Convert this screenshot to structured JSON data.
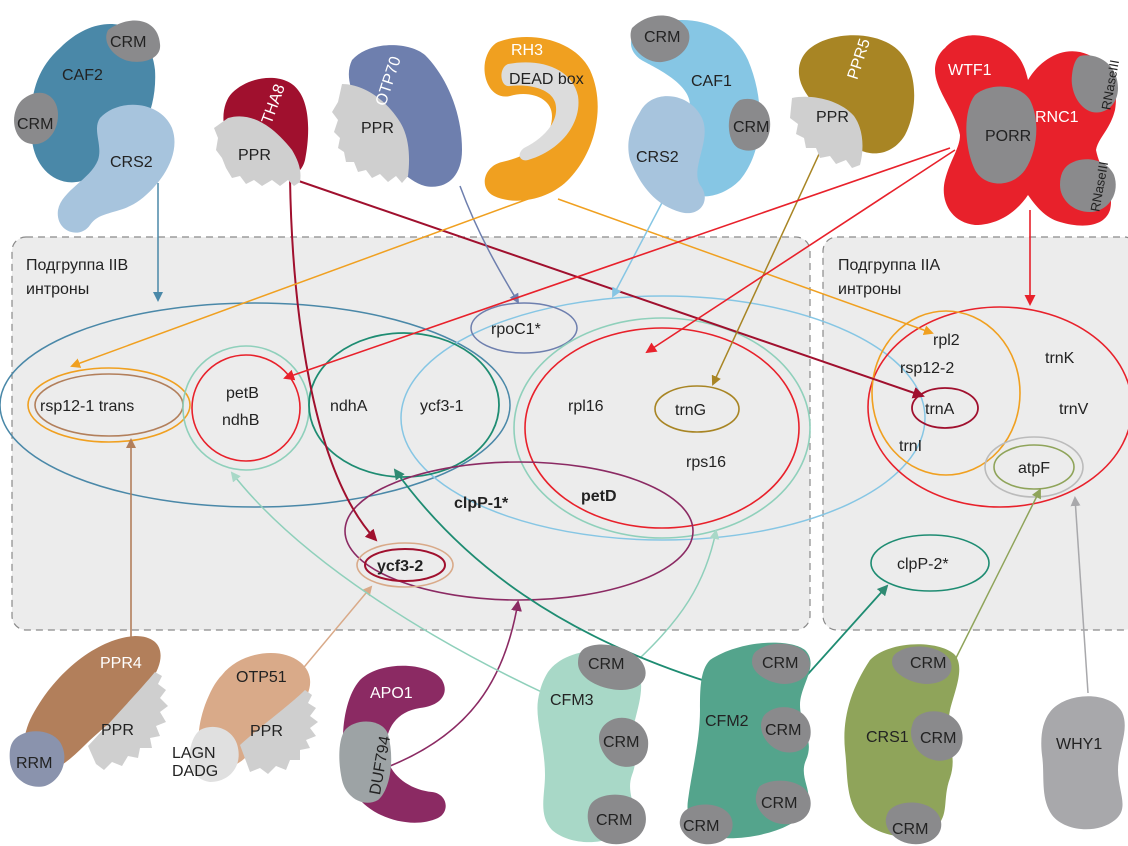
{
  "groups": {
    "iib_title": "Подгруппа IIB",
    "iib_subtitle": "интроны",
    "iia_title": "Подгруппа IIA",
    "iia_subtitle": "интроны"
  },
  "introns": {
    "rsp12_1": "rsp12-1 trans",
    "petB": "petB",
    "ndhB": "ndhB",
    "ndhA": "ndhA",
    "ycf3_1": "ycf3-1",
    "rpoC1": "rpoC1*",
    "rpl16": "rpl16",
    "trnG": "trnG",
    "rps16": "rps16",
    "petD": "petD",
    "clpP1": "clpP-1*",
    "ycf3_2": "ycf3-2",
    "rpl2": "rpl2",
    "rsp12_2": "rsp12-2",
    "trnA": "trnA",
    "trnI": "trnI",
    "trnK": "trnK",
    "trnV": "trnV",
    "atpF": "atpF",
    "clpP2": "clpP-2*"
  },
  "proteins": {
    "caf2": "CAF2",
    "caf2_crm1": "CRM",
    "caf2_crm2": "CRM",
    "crs2a": "CRS2",
    "tha8": "THA8",
    "tha8_ppr": "PPR",
    "otp70": "OTP70",
    "otp70_ppr": "PPR",
    "rh3": "RH3",
    "rh3_dead": "DEAD box",
    "caf1": "CAF1",
    "caf1_crm1": "CRM",
    "caf1_crm2": "CRM",
    "crs2b": "CRS2",
    "ppr5": "PPR5",
    "ppr5_ppr": "PPR",
    "wtf1": "WTF1",
    "porr": "PORR",
    "rnc1": "RNC1",
    "rnase1": "RNaseIII",
    "rnase2": "RNaseIII",
    "ppr4": "PPR4",
    "ppr4_ppr": "PPR",
    "ppr4_rrm": "RRM",
    "otp51": "OTP51",
    "otp51_ppr": "PPR",
    "otp51_lagn": "LAGN",
    "otp51_dadg": "DADG",
    "apo1": "APO1",
    "apo1_duf": "DUF794",
    "cfm3": "CFM3",
    "cfm3_crm1": "CRM",
    "cfm3_crm2": "CRM",
    "cfm3_crm3": "CRM",
    "cfm2": "CFM2",
    "cfm2_crm1": "CRM",
    "cfm2_crm2": "CRM",
    "cfm2_crm3": "CRM",
    "cfm2_crm4": "CRM",
    "crs1": "CRS1",
    "crs1_crm1": "CRM",
    "crs1_crm2": "CRM",
    "crs1_crm3": "CRM",
    "why1": "WHY1"
  },
  "colors": {
    "caf2": "#4a88a8",
    "crs2": "#a7c4dd",
    "tha8": "#a0102e",
    "otp70": "#6e7fae",
    "rh3": "#f0a020",
    "caf1": "#86c6e4",
    "ppr5": "#a88524",
    "wtf1": "#e8212b",
    "ppr4": "#b27f5b",
    "otp51": "#d9aa89",
    "apo1": "#8b2a63",
    "cfm3": "#a8d8c7",
    "cfm2": "#54a48c",
    "crs1": "#8fa45a",
    "why1": "#a8a8ab",
    "domain": "#8a8a8c",
    "box": "#ececec"
  }
}
